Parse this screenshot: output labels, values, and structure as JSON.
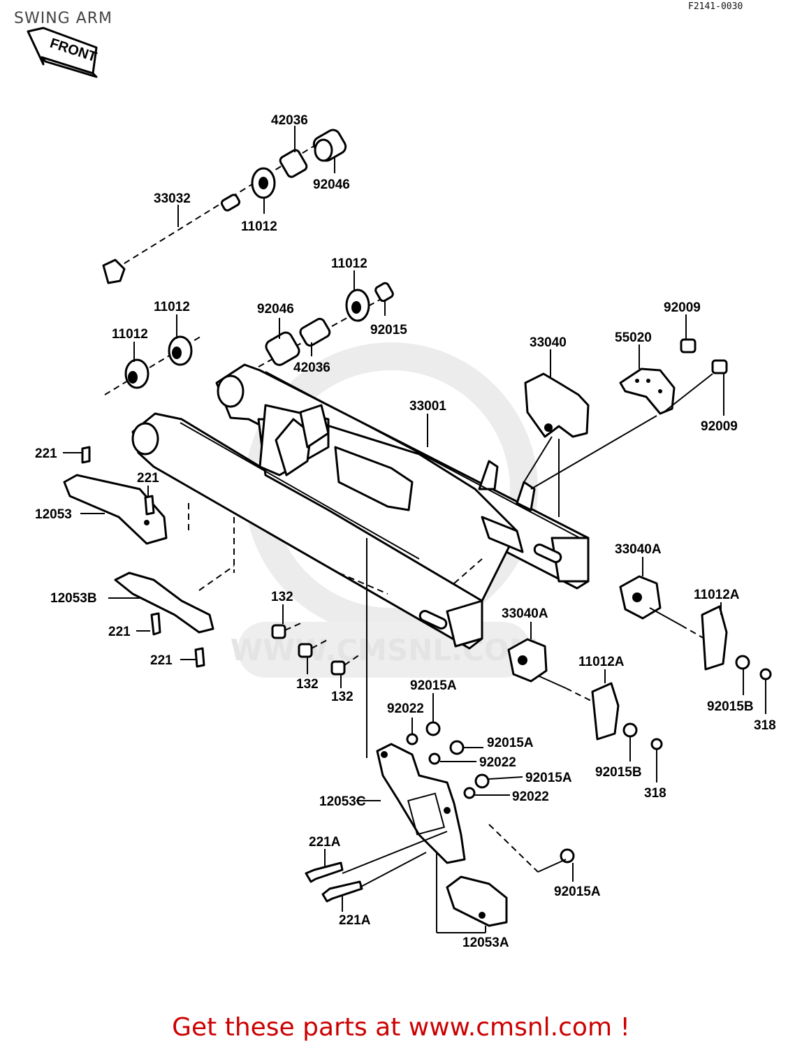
{
  "diagram": {
    "title": "SWING ARM",
    "code": "F2141-0030",
    "front_label": "FRONT",
    "watermark": "WWW.CMSNL.COM",
    "labels": [
      {
        "id": "l1",
        "text": "42036"
      },
      {
        "id": "l2",
        "text": "92046"
      },
      {
        "id": "l3",
        "text": "33032"
      },
      {
        "id": "l4",
        "text": "11012"
      },
      {
        "id": "l5",
        "text": "11012"
      },
      {
        "id": "l6",
        "text": "92015"
      },
      {
        "id": "l7",
        "text": "92046"
      },
      {
        "id": "l8",
        "text": "42036"
      },
      {
        "id": "l9",
        "text": "11012"
      },
      {
        "id": "l10",
        "text": "11012"
      },
      {
        "id": "l11",
        "text": "33040"
      },
      {
        "id": "l12",
        "text": "55020"
      },
      {
        "id": "l13",
        "text": "92009"
      },
      {
        "id": "l14",
        "text": "92009"
      },
      {
        "id": "l15",
        "text": "33001"
      },
      {
        "id": "l16",
        "text": "221"
      },
      {
        "id": "l17",
        "text": "221"
      },
      {
        "id": "l18",
        "text": "12053"
      },
      {
        "id": "l19",
        "text": "33040A"
      },
      {
        "id": "l20",
        "text": "11012A"
      },
      {
        "id": "l21",
        "text": "12053B"
      },
      {
        "id": "l22",
        "text": "221"
      },
      {
        "id": "l23",
        "text": "221"
      },
      {
        "id": "l24",
        "text": "132"
      },
      {
        "id": "l25",
        "text": "132"
      },
      {
        "id": "l26",
        "text": "132"
      },
      {
        "id": "l27",
        "text": "33040A"
      },
      {
        "id": "l28",
        "text": "11012A"
      },
      {
        "id": "l29",
        "text": "92015B"
      },
      {
        "id": "l30",
        "text": "318"
      },
      {
        "id": "l31",
        "text": "92015A"
      },
      {
        "id": "l32",
        "text": "92022"
      },
      {
        "id": "l33",
        "text": "92015A"
      },
      {
        "id": "l34",
        "text": "92022"
      },
      {
        "id": "l35",
        "text": "92015A"
      },
      {
        "id": "l36",
        "text": "92022"
      },
      {
        "id": "l37",
        "text": "92015B"
      },
      {
        "id": "l38",
        "text": "318"
      },
      {
        "id": "l39",
        "text": "12053C"
      },
      {
        "id": "l40",
        "text": "221A"
      },
      {
        "id": "l41",
        "text": "221A"
      },
      {
        "id": "l42",
        "text": "92015A"
      },
      {
        "id": "l43",
        "text": "12053A"
      }
    ]
  },
  "footer": {
    "text": "Get these parts at www.cmsnl.com !"
  }
}
